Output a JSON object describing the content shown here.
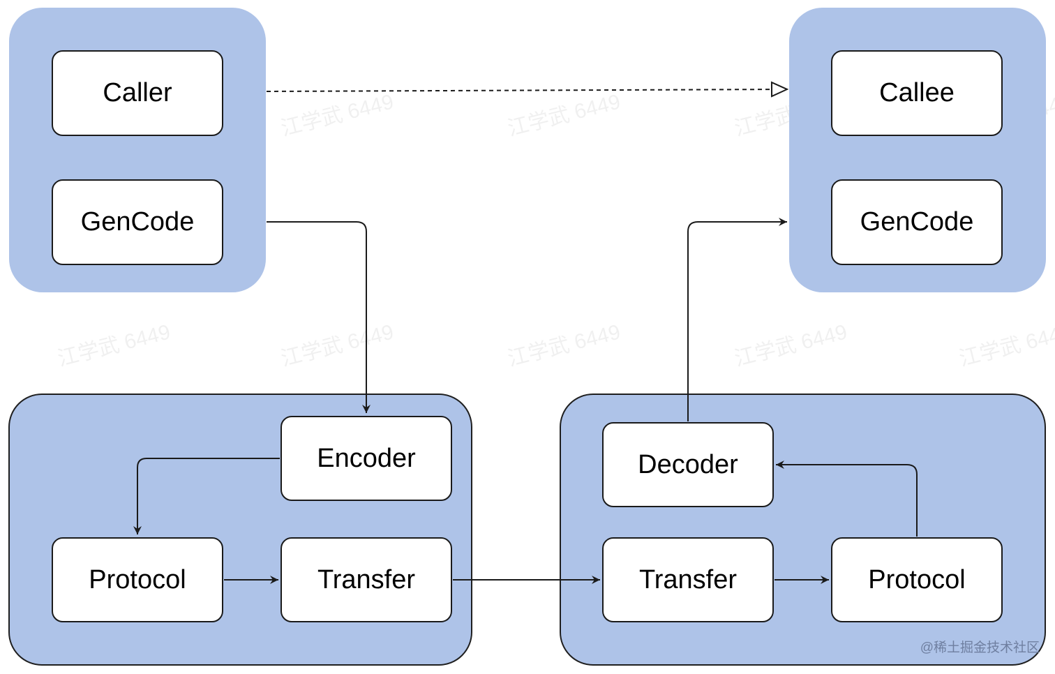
{
  "nodes": {
    "caller": "Caller",
    "callee": "Callee",
    "gencode_left": "GenCode",
    "gencode_right": "GenCode",
    "encoder": "Encoder",
    "decoder": "Decoder",
    "protocol_left": "Protocol",
    "protocol_right": "Protocol",
    "transfer_left": "Transfer",
    "transfer_right": "Transfer"
  },
  "watermark": "江学武 6449",
  "credit": "@稀土掘金技术社区",
  "colors": {
    "group_fill": "#aec3e8",
    "node_fill": "#ffffff",
    "line": "#1a1a1a"
  }
}
